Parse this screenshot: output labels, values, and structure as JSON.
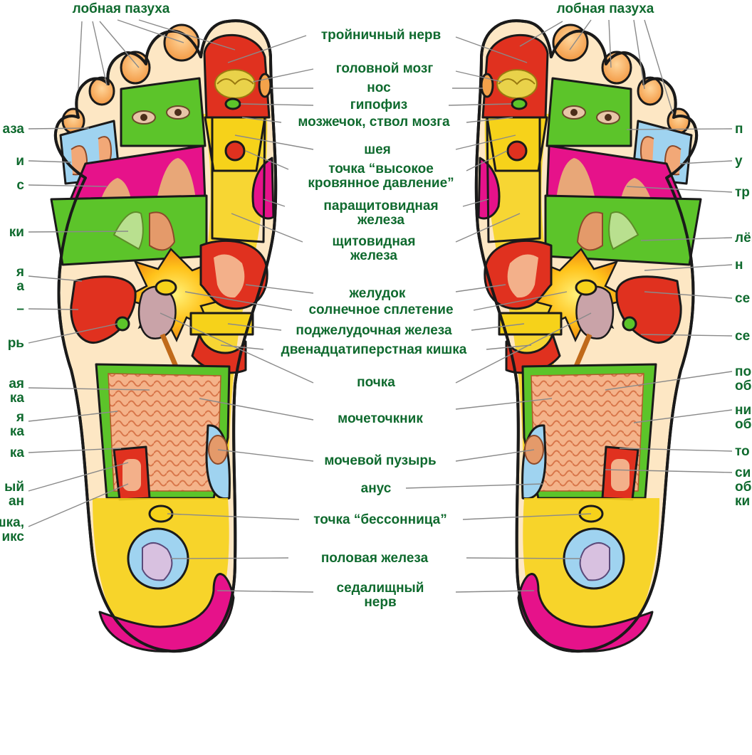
{
  "diagram": {
    "center_labels": [
      {
        "id": "trigeminal",
        "lines": [
          "тройничный нерв"
        ]
      },
      {
        "id": "brain",
        "lines": [
          "головной мозг"
        ]
      },
      {
        "id": "nose",
        "lines": [
          "нос"
        ]
      },
      {
        "id": "pituitary",
        "lines": [
          "гипофиз"
        ]
      },
      {
        "id": "cerebellum",
        "lines": [
          "мозжечок, ствол мозга"
        ]
      },
      {
        "id": "neck",
        "lines": [
          "шея"
        ]
      },
      {
        "id": "high-pressure",
        "lines": [
          "точка “высокое",
          "кровянное давление”"
        ]
      },
      {
        "id": "parathyroid",
        "lines": [
          "паращитовидная",
          "железа"
        ]
      },
      {
        "id": "thyroid",
        "lines": [
          "щитовидная",
          "железа"
        ]
      },
      {
        "id": "stomach",
        "lines": [
          "желудок"
        ]
      },
      {
        "id": "solar-plexus",
        "lines": [
          "солнечное сплетение"
        ]
      },
      {
        "id": "pancreas",
        "lines": [
          "поджелудочная железа"
        ]
      },
      {
        "id": "duodenum",
        "lines": [
          "двенадцатиперстная кишка"
        ]
      },
      {
        "id": "kidney",
        "lines": [
          "почка"
        ]
      },
      {
        "id": "ureter",
        "lines": [
          "мочеточкник"
        ]
      },
      {
        "id": "bladder",
        "lines": [
          "мочевой пузырь"
        ]
      },
      {
        "id": "anus",
        "lines": [
          "анус"
        ]
      },
      {
        "id": "insomnia",
        "lines": [
          "точка “бессонница”"
        ]
      },
      {
        "id": "gonad",
        "lines": [
          "половая железа"
        ]
      },
      {
        "id": "sciatic",
        "lines": [
          "седалищный",
          "нерв"
        ]
      }
    ],
    "top_left_label": "лобная пазуха",
    "top_right_label": "лобная пазуха",
    "left_cut_labels": [
      {
        "id": "l-eye",
        "lines": [
          "аза"
        ]
      },
      {
        "id": "l-ear",
        "lines": [
          "и"
        ]
      },
      {
        "id": "l-trap",
        "lines": [
          "с"
        ]
      },
      {
        "id": "l-lung",
        "lines": [
          "ки"
        ]
      },
      {
        "id": "l-a",
        "lines": [
          "я",
          "а"
        ]
      },
      {
        "id": "l-b",
        "lines": [
          "–"
        ]
      },
      {
        "id": "l-c",
        "lines": [
          "рь"
        ]
      },
      {
        "id": "l-d",
        "lines": [
          "ая",
          "ка"
        ]
      },
      {
        "id": "l-e",
        "lines": [
          "я",
          "ка"
        ]
      },
      {
        "id": "l-f",
        "lines": [
          "ка"
        ]
      },
      {
        "id": "l-g",
        "lines": [
          "ый",
          "ан"
        ]
      },
      {
        "id": "l-h",
        "lines": [
          "шка,",
          "икс"
        ]
      }
    ],
    "right_cut_labels": [
      {
        "id": "r-eye",
        "lines": [
          "п"
        ]
      },
      {
        "id": "r-ear",
        "lines": [
          "у"
        ]
      },
      {
        "id": "r-trap",
        "lines": [
          "тр"
        ]
      },
      {
        "id": "r-lung",
        "lines": [
          "лёгк"
        ]
      },
      {
        "id": "r-a",
        "lines": [
          "н"
        ]
      },
      {
        "id": "r-b",
        "lines": [
          "се"
        ]
      },
      {
        "id": "r-c",
        "lines": [
          "се"
        ]
      },
      {
        "id": "r-d",
        "lines": [
          "по",
          "об"
        ]
      },
      {
        "id": "r-e",
        "lines": [
          "ни",
          "об"
        ]
      },
      {
        "id": "r-f",
        "lines": [
          "то"
        ]
      },
      {
        "id": "r-g",
        "lines": [
          "си",
          "об",
          "ки"
        ]
      }
    ],
    "colors": {
      "label_green": "#0f6a2e",
      "foot_skin": "#fde7c4",
      "yellow": "#f6d21a",
      "green": "#5cc42a",
      "red": "#e0311f",
      "magenta": "#e6128a",
      "light_blue": "#9fd3f0",
      "orange": "#f4a24a",
      "intestine": "#f2a877"
    }
  }
}
